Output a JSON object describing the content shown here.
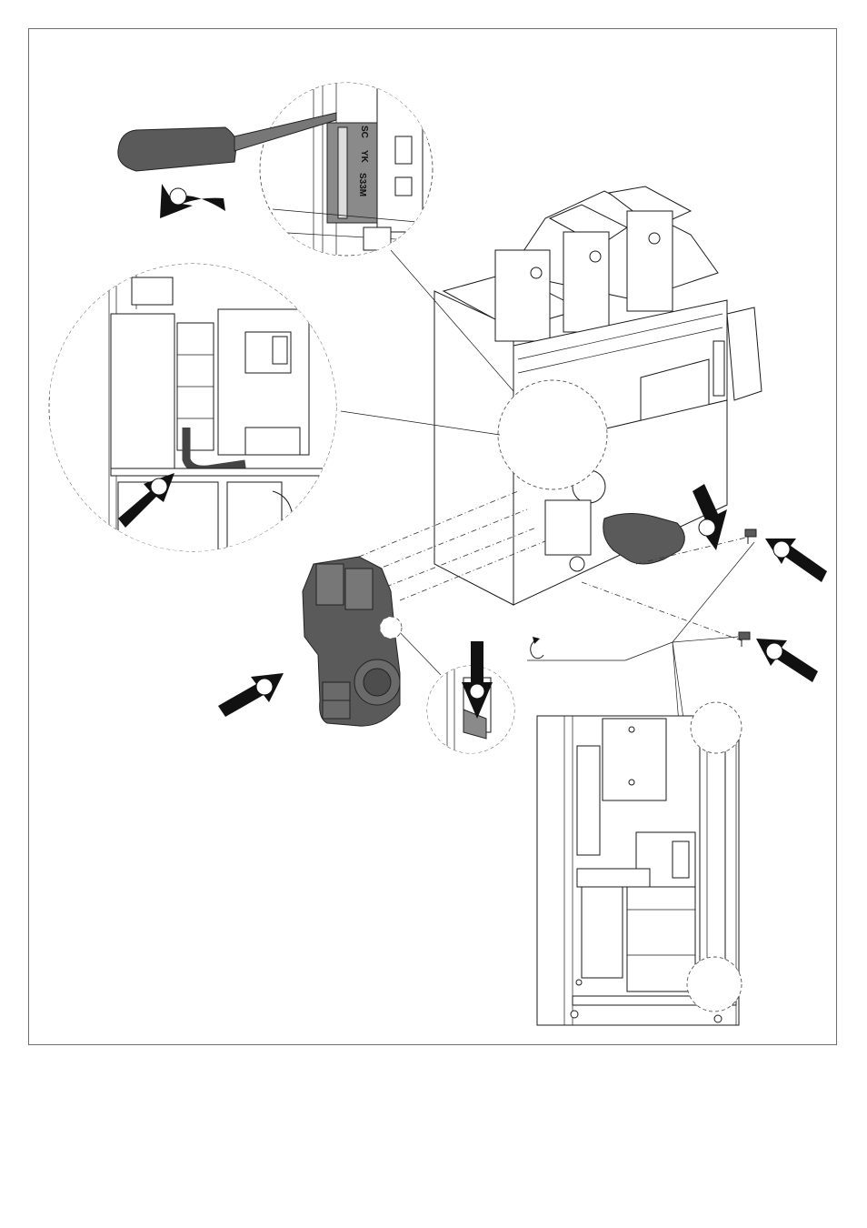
{
  "figure": {
    "panel_labels": [
      "SC",
      "YK",
      "S33M"
    ],
    "icons": {
      "rotation_symbol": "rotate-clockwise-icon",
      "push_arrow": "arrow-icon",
      "step_marker": "step-circle-icon",
      "tool": "screwdriver-icon",
      "fastener": "screw-icon"
    }
  }
}
